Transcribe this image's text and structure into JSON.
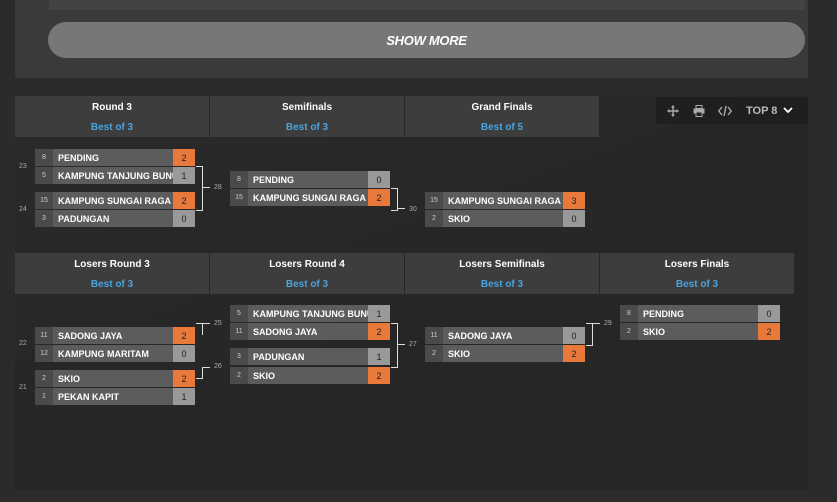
{
  "show_more": "SHOW MORE",
  "toolbar": {
    "top_label": "TOP 8"
  },
  "winners_rounds": [
    {
      "name": "Round 3",
      "best_of": "Best of 3"
    },
    {
      "name": "Semifinals",
      "best_of": "Best of 3"
    },
    {
      "name": "Grand Finals",
      "best_of": "Best of 5"
    }
  ],
  "losers_rounds": [
    {
      "name": "Losers Round 3",
      "best_of": "Best of 3"
    },
    {
      "name": "Losers Round 4",
      "best_of": "Best of 3"
    },
    {
      "name": "Losers Semifinals",
      "best_of": "Best of 3"
    },
    {
      "name": "Losers Finals",
      "best_of": "Best of 3"
    }
  ],
  "matches": {
    "m23": {
      "num": "23",
      "t1": {
        "seed": "8",
        "name": "PENDING",
        "score": "2"
      },
      "t2": {
        "seed": "5",
        "name": "KAMPUNG TANJUNG BUNUT",
        "score": "1"
      }
    },
    "m24": {
      "num": "24",
      "t1": {
        "seed": "15",
        "name": "KAMPUNG SUNGAI RAGA",
        "score": "2"
      },
      "t2": {
        "seed": "3",
        "name": "PADUNGAN",
        "score": "0"
      }
    },
    "m28": {
      "num": "28",
      "t1": {
        "seed": "8",
        "name": "PENDING",
        "score": "0"
      },
      "t2": {
        "seed": "15",
        "name": "KAMPUNG SUNGAI RAGA",
        "score": "2"
      }
    },
    "m30": {
      "num": "30",
      "t1": {
        "seed": "15",
        "name": "KAMPUNG SUNGAI RAGA",
        "score": "3"
      },
      "t2": {
        "seed": "2",
        "name": "SKIO",
        "score": "0"
      }
    },
    "m22": {
      "num": "22",
      "t1": {
        "seed": "11",
        "name": "SADONG JAYA",
        "score": "2"
      },
      "t2": {
        "seed": "12",
        "name": "KAMPUNG MARITAM",
        "score": "0"
      }
    },
    "m21": {
      "num": "21",
      "t1": {
        "seed": "2",
        "name": "SKIO",
        "score": "2"
      },
      "t2": {
        "seed": "1",
        "name": "PEKAN KAPIT",
        "score": "1"
      }
    },
    "m25": {
      "num": "25",
      "t1": {
        "seed": "5",
        "name": "KAMPUNG TANJUNG BUNUT",
        "score": "1"
      },
      "t2": {
        "seed": "11",
        "name": "SADONG JAYA",
        "score": "2"
      }
    },
    "m26": {
      "num": "26",
      "t1": {
        "seed": "3",
        "name": "PADUNGAN",
        "score": "1"
      },
      "t2": {
        "seed": "2",
        "name": "SKIO",
        "score": "2"
      }
    },
    "m27": {
      "num": "27",
      "t1": {
        "seed": "11",
        "name": "SADONG JAYA",
        "score": "0"
      },
      "t2": {
        "seed": "2",
        "name": "SKIO",
        "score": "2"
      }
    },
    "m29": {
      "num": "29",
      "t1": {
        "seed": "8",
        "name": "PENDING",
        "score": "0"
      },
      "t2": {
        "seed": "2",
        "name": "SKIO",
        "score": "2"
      }
    }
  }
}
